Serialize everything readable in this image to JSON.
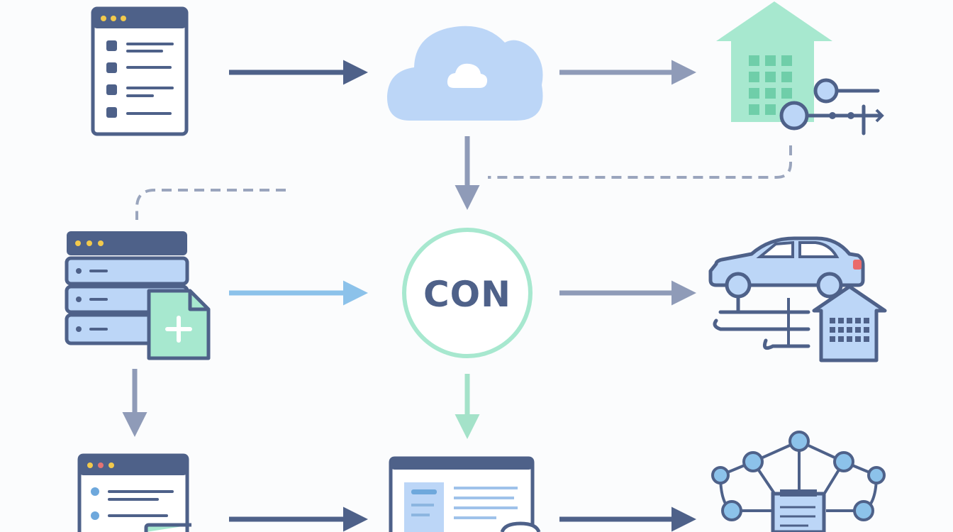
{
  "diagram": {
    "hub": {
      "label": "CON"
    },
    "nodes": [
      {
        "id": "doc-list",
        "icon": "document-list-icon"
      },
      {
        "id": "cloud",
        "icon": "cloud-icon"
      },
      {
        "id": "smart-home",
        "icon": "smart-home-icon"
      },
      {
        "id": "database",
        "icon": "database-server-icon"
      },
      {
        "id": "hub",
        "icon": "hub-circle-icon"
      },
      {
        "id": "vehicle-building",
        "icon": "car-building-icon"
      },
      {
        "id": "form-window",
        "icon": "form-window-icon"
      },
      {
        "id": "dashboard",
        "icon": "dashboard-window-icon"
      },
      {
        "id": "network",
        "icon": "network-graph-icon"
      }
    ],
    "edges": [
      {
        "from": "doc-list",
        "to": "cloud",
        "style": "solid"
      },
      {
        "from": "cloud",
        "to": "smart-home",
        "style": "solid"
      },
      {
        "from": "cloud",
        "to": "hub",
        "style": "solid"
      },
      {
        "from": "smart-home",
        "to": "hub",
        "style": "dashed"
      },
      {
        "from": "database",
        "to": "hub",
        "style": "solid"
      },
      {
        "from": "hub",
        "to": "vehicle-building",
        "style": "solid"
      },
      {
        "from": "database",
        "to": "form-window",
        "style": "solid"
      },
      {
        "from": "hub",
        "to": "dashboard",
        "style": "solid"
      },
      {
        "from": "form-window",
        "to": "dashboard",
        "style": "solid"
      },
      {
        "from": "dashboard",
        "to": "network",
        "style": "solid"
      }
    ]
  },
  "colors": {
    "navy": "#4e6189",
    "slate": "#8f9bb8",
    "light-blue": "#bcd6f7",
    "sky-arrow": "#8cc2ea",
    "mint": "#a7e8cf",
    "mint-arrow": "#a4e2c9",
    "dashed": "#9aa5bd",
    "dot-yellow": "#f2c94c",
    "dot-red": "#e57373",
    "tail-red": "#ea6b6b"
  }
}
